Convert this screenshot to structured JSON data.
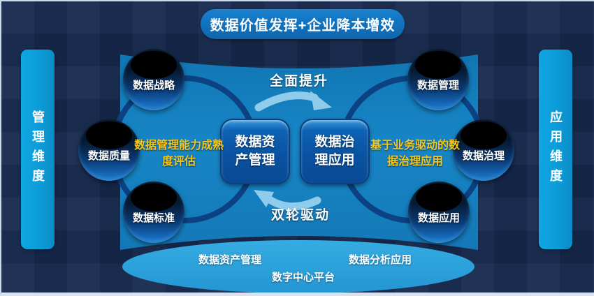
{
  "banner": {
    "label": "数据价值发挥+企业降本增效"
  },
  "sidebars": {
    "left_label": "管理维度",
    "right_label": "应用维度"
  },
  "cycle": {
    "top_arrow_label": "全面提升",
    "bottom_arrow_label": "双轮驱动",
    "left_box_label": "数据资产管理",
    "right_box_label": "数据治理应用",
    "left_caption": "数据管理能力成熟度评估",
    "right_caption": "基于业务驱动的数据治理应用"
  },
  "spheres": [
    {
      "label": "数据战略"
    },
    {
      "label": "数据质量"
    },
    {
      "label": "数据标准"
    },
    {
      "label": "数据管理"
    },
    {
      "label": "数据治理"
    },
    {
      "label": "数据应用"
    }
  ],
  "platform": {
    "left_label": "数据资产管理",
    "right_label": "数据分析应用",
    "center_label": "数字中心平台"
  },
  "colors": {
    "background": "#16294E",
    "banner_blue": "#1173BF",
    "sidebar_blue": "#0C9CD9",
    "panel_blue": "#1580BE",
    "ring_navy": "#0C4182",
    "arrow_light_blue": "#8FCBEA",
    "box_blue": "#0A52A1",
    "accent_yellow": "#F4C51C",
    "platform_ellipse": "#2BA3DC"
  }
}
